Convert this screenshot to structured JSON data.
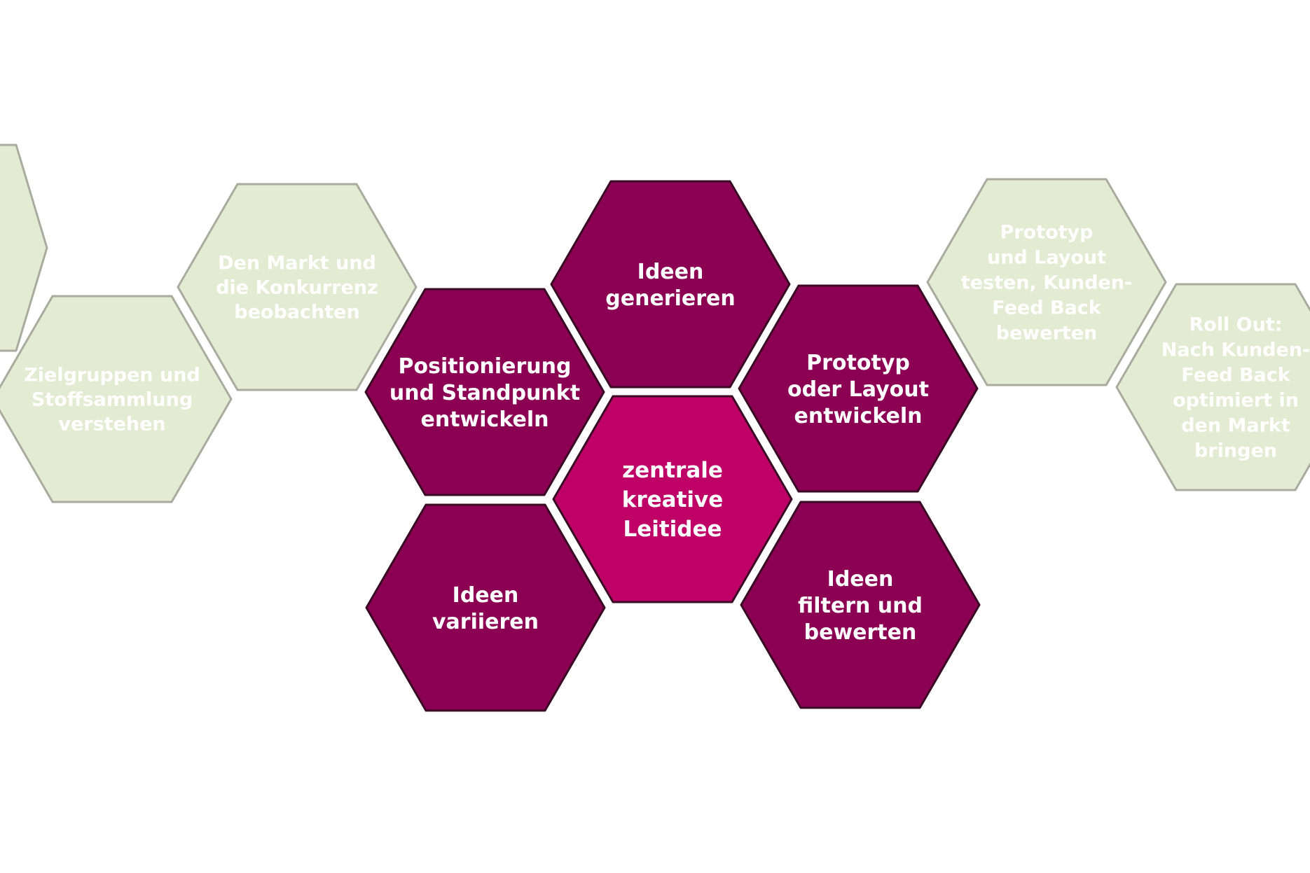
{
  "colors": {
    "background": "#ffffff",
    "core_fill": "#bf0066",
    "idea_fill": "#8b0052",
    "idea_stroke": "#3a0a24",
    "process_fill": "#e3ebd2",
    "process_stroke": "#a9ab9e",
    "dark_text": "#ffffff",
    "light_text": "#ffffff"
  },
  "hexagons": [
    {
      "id": "hex-edge-left",
      "kind": "process",
      "lines": []
    },
    {
      "id": "hex-zielgruppen",
      "kind": "process",
      "lines": [
        "Zielgruppen und",
        "Stoffsammlung",
        "verstehen"
      ]
    },
    {
      "id": "hex-markt",
      "kind": "process",
      "lines": [
        "Den Markt und",
        "die Konkurrenz",
        "beobachten"
      ]
    },
    {
      "id": "hex-positionierung",
      "kind": "idea",
      "lines": [
        "Positionierung",
        "und Standpunkt",
        "entwickeln"
      ]
    },
    {
      "id": "hex-ideen-generieren",
      "kind": "idea",
      "lines": [
        "Ideen",
        "generieren"
      ]
    },
    {
      "id": "hex-leitidee",
      "kind": "core",
      "lines": [
        "zentrale",
        "kreative",
        "Leitidee"
      ]
    },
    {
      "id": "hex-prototyp-entwickeln",
      "kind": "idea",
      "lines": [
        "Prototyp",
        "oder Layout",
        "entwickeln"
      ]
    },
    {
      "id": "hex-ideen-variieren",
      "kind": "idea",
      "lines": [
        "Ideen",
        "variieren"
      ]
    },
    {
      "id": "hex-ideen-filtern",
      "kind": "idea",
      "lines": [
        "Ideen",
        "filtern und",
        "bewerten"
      ]
    },
    {
      "id": "hex-prototyp-testen",
      "kind": "process",
      "lines": [
        "Prototyp",
        "und Layout",
        "testen, Kunden-",
        "Feed Back",
        "bewerten"
      ]
    },
    {
      "id": "hex-roll-out",
      "kind": "process",
      "lines": [
        "Roll Out:",
        "Nach Kunden-",
        "Feed Back",
        "optimiert in",
        "den Markt",
        "bringen"
      ]
    }
  ]
}
